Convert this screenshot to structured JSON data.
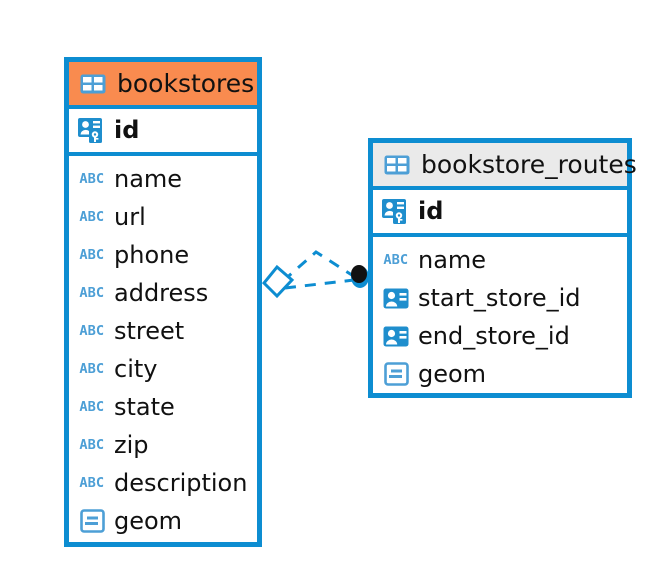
{
  "diagram": {
    "type": "entity-relationship-diagram",
    "background": "#ffffff",
    "border_color": "#0d8dd1",
    "accent_orange": "#f98b4f",
    "accent_grey": "#eaeaea",
    "icon_blue": "#4d9fd6",
    "connector_color": "#0d8dd1"
  },
  "entities": [
    {
      "name": "bookstores",
      "header_style": "accent-orange",
      "table_icon": "table-icon",
      "primary_key": {
        "label": "id",
        "icon": "primary-key-icon",
        "bold": true
      },
      "fields": [
        {
          "label": "name",
          "icon": "abc-text-icon",
          "icon_text": "ABC"
        },
        {
          "label": "url",
          "icon": "abc-text-icon",
          "icon_text": "ABC"
        },
        {
          "label": "phone",
          "icon": "abc-text-icon",
          "icon_text": "ABC"
        },
        {
          "label": "address",
          "icon": "abc-text-icon",
          "icon_text": "ABC"
        },
        {
          "label": "street",
          "icon": "abc-text-icon",
          "icon_text": "ABC"
        },
        {
          "label": "city",
          "icon": "abc-text-icon",
          "icon_text": "ABC"
        },
        {
          "label": "state",
          "icon": "abc-text-icon",
          "icon_text": "ABC"
        },
        {
          "label": "zip",
          "icon": "abc-text-icon",
          "icon_text": "ABC"
        },
        {
          "label": "description",
          "icon": "abc-text-icon",
          "icon_text": "ABC"
        },
        {
          "label": "geom",
          "icon": "geometry-icon",
          "icon_text": ""
        }
      ]
    },
    {
      "name": "bookstore_routes",
      "header_style": "accent-grey",
      "table_icon": "table-icon",
      "primary_key": {
        "label": "id",
        "icon": "primary-key-icon",
        "bold": true
      },
      "fields": [
        {
          "label": "name",
          "icon": "abc-text-icon",
          "icon_text": "ABC"
        },
        {
          "label": "start_store_id",
          "icon": "foreign-key-icon",
          "icon_text": ""
        },
        {
          "label": "end_store_id",
          "icon": "foreign-key-icon",
          "icon_text": ""
        },
        {
          "label": "geom",
          "icon": "geometry-icon",
          "icon_text": ""
        }
      ]
    }
  ],
  "relationship": {
    "style": "dashed",
    "source_endpoint": "diamond-outline",
    "target_endpoint": "filled-circle",
    "color": "#0d8dd1"
  }
}
